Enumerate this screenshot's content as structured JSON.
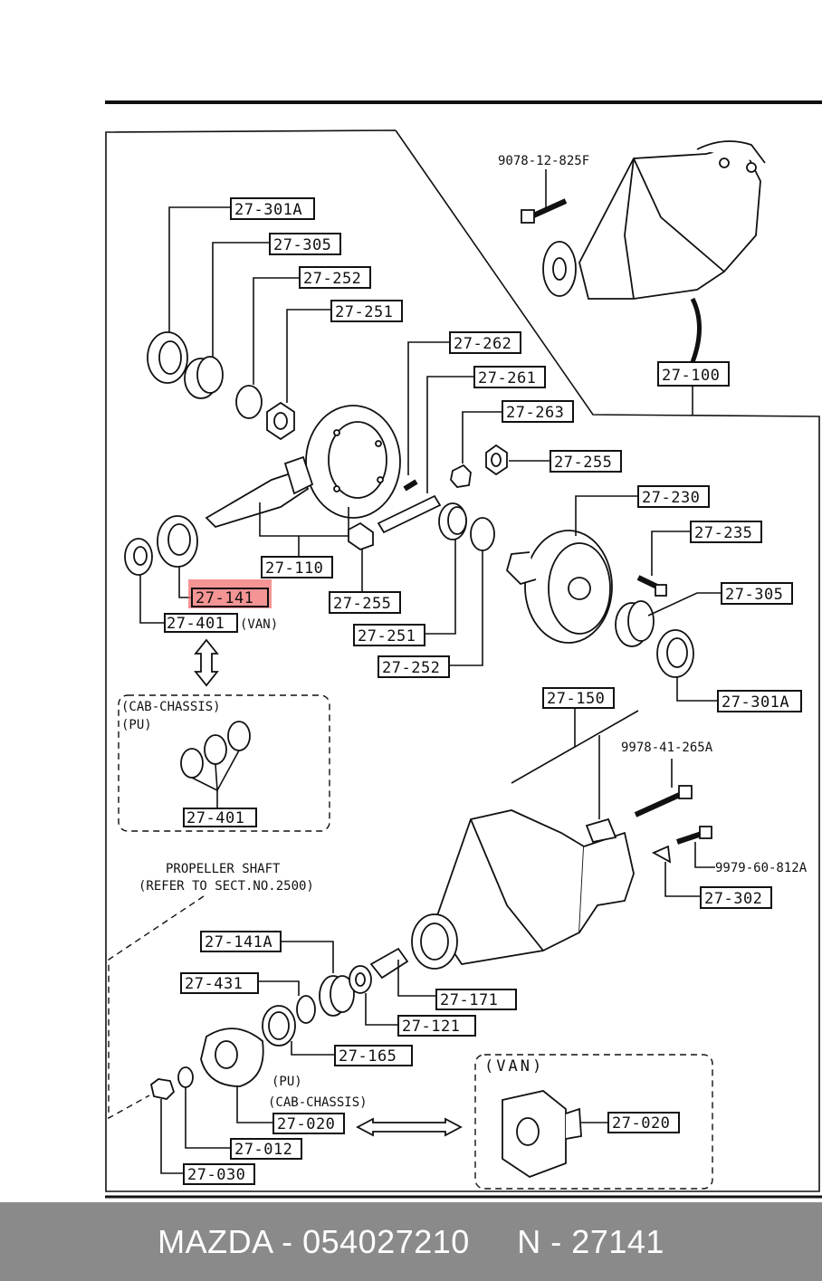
{
  "parts": {
    "p27_301A_top": "27-301A",
    "p27_305_top": "27-305",
    "p27_252_top": "27-252",
    "p27_251_top": "27-251",
    "p27_262": "27-262",
    "p27_261": "27-261",
    "p27_263": "27-263",
    "p27_255_right": "27-255",
    "p27_230": "27-230",
    "p27_235": "27-235",
    "p27_305_right": "27-305",
    "p27_301A_right": "27-301A",
    "p27_110": "27-110",
    "p27_141": "27-141",
    "p27_401_van": "27-401",
    "p27_255_low": "27-255",
    "p27_251_low": "27-251",
    "p27_252_low": "27-252",
    "p27_100": "27-100",
    "p27_150": "27-150",
    "p27_401_pu": "27-401",
    "p27_302": "27-302",
    "p27_141A": "27-141A",
    "p27_431": "27-431",
    "p27_171": "27-171",
    "p27_121": "27-121",
    "p27_165": "27-165",
    "p27_020_pu": "27-020",
    "p27_012": "27-012",
    "p27_030": "27-030",
    "p27_020_van": "27-020"
  },
  "bolts": {
    "b9078": "9078-12-825F",
    "b9978": "9978-41-265A",
    "b9979": "9979-60-812A"
  },
  "notes": {
    "van_suffix": "(VAN)",
    "cab_chassis": "(CAB-CHASSIS)",
    "pu": "(PU)",
    "propeller_1": "PROPELLER SHAFT",
    "propeller_2": "(REFER TO SECT.NO.2500)",
    "pu_low": "(PU)",
    "cab_chassis_low": "(CAB-CHASSIS)",
    "van_box": "(VAN)"
  },
  "highlight": {
    "part": "27-141",
    "color": "#f07070"
  },
  "footer": {
    "text": "MAZDA - 054027210     N - 27141"
  }
}
